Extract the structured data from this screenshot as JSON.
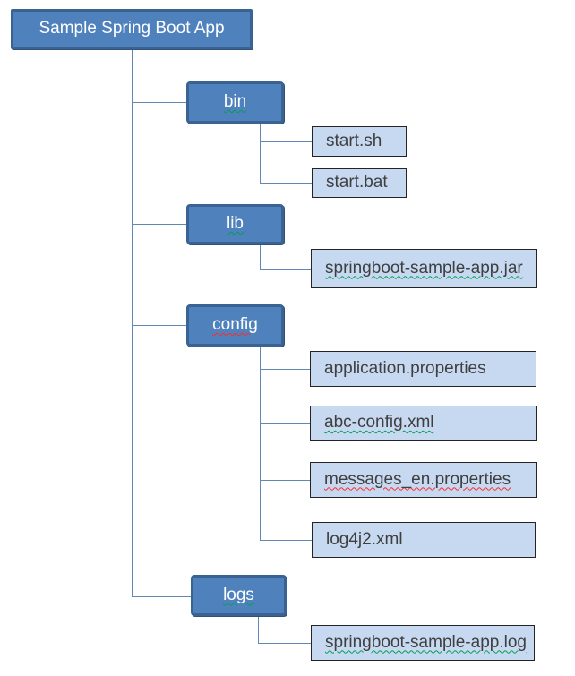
{
  "diagram": {
    "type": "tree",
    "title": "Sample Spring Boot App folder structure",
    "hierarchy": {
      "root": "Sample Spring Boot App",
      "children": [
        {
          "folder": "bin",
          "files": [
            "start.sh",
            "start.bat"
          ]
        },
        {
          "folder": "lib",
          "files": [
            "springboot-sample-app.jar"
          ]
        },
        {
          "folder": "config",
          "files": [
            "application.properties",
            "abc-config.xml",
            "messages_en.properties",
            "log4j2.xml"
          ]
        },
        {
          "folder": "logs",
          "files": [
            "springboot-sample-app.log"
          ]
        }
      ]
    }
  },
  "nodes": {
    "root": {
      "label": "Sample Spring Boot App",
      "underline": "none"
    },
    "bin": {
      "label": "bin",
      "underline": "green-wavy"
    },
    "lib": {
      "label": "lib",
      "underline": "green-wavy"
    },
    "config": {
      "label": "config",
      "underline": "red-wavy"
    },
    "logs": {
      "label": "logs",
      "underline": "green-wavy"
    },
    "start_sh": {
      "label": "start.sh",
      "underline": "none"
    },
    "start_bat": {
      "label": "start.bat",
      "underline": "none"
    },
    "jar": {
      "label": "springboot-sample-app.jar",
      "underline": "green-wavy"
    },
    "app_props": {
      "label": "application.properties",
      "underline": "none"
    },
    "abc_config": {
      "label": "abc-config.xml",
      "underline": "green-wavy"
    },
    "messages": {
      "label": "messages_en.properties",
      "underline": "red-wavy"
    },
    "log4j2": {
      "label": "log4j2.xml",
      "underline": "none"
    },
    "app_log": {
      "label": "springboot-sample-app.log",
      "underline": "green-wavy"
    }
  },
  "colors": {
    "folder_fill": "#4f81bd",
    "folder_border": "#3a6292",
    "folder_text": "#ffffff",
    "file_fill": "#c6d9f1",
    "file_border": "#242424",
    "file_text": "#3f3f3f",
    "connector": "#6088b4",
    "squiggle_green": "#00a050",
    "squiggle_red": "#ff2a2a",
    "background": "#ffffff"
  }
}
